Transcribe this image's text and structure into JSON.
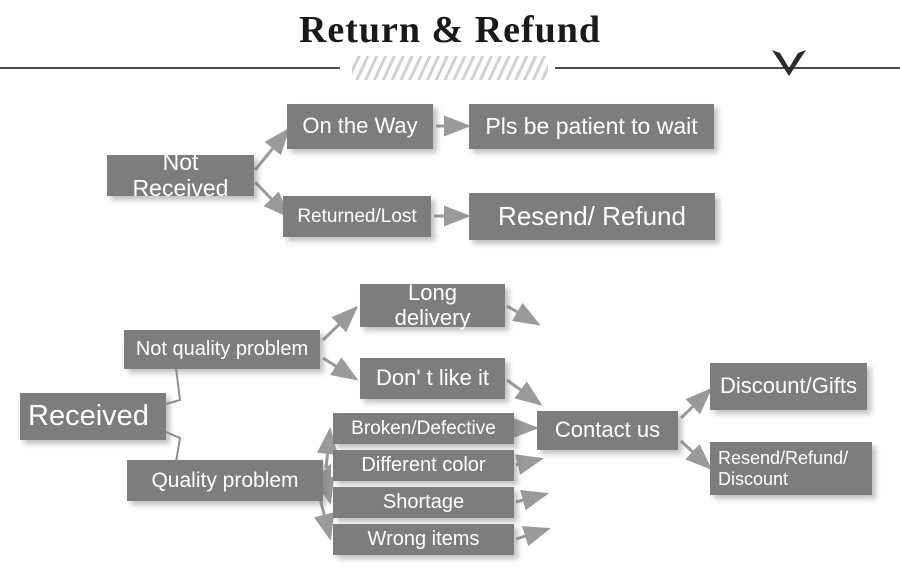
{
  "header": {
    "title": "Return & Refund",
    "chevron_icon": "chevron-down-icon",
    "divider_icon": "hatched-divider",
    "rule_color": "#4d4d4d",
    "hatch_color": "#d2d2d2"
  },
  "theme": {
    "box_fill": "#7d7d7d",
    "box_text": "#ffffff",
    "arrow_color": "#9a9a9a",
    "connector_color": "#8f8f8f",
    "page_background": "#ffffff"
  },
  "flowchart": {
    "type": "flowchart",
    "branches": [
      {
        "id": "not-received",
        "root": "Not Received",
        "paths": [
          {
            "step": "On the Way",
            "outcome": "Pls be patient to wait"
          },
          {
            "step": "Returned/Lost",
            "outcome": "Resend/ Refund"
          }
        ]
      },
      {
        "id": "received",
        "root": "Received",
        "categories": [
          {
            "label": "Not quality problem",
            "reasons": [
              "Long delivery",
              "Don'  t like it"
            ]
          },
          {
            "label": "Quality problem",
            "reasons": [
              "Broken/Defective",
              "Different color",
              "Shortage",
              "Wrong items"
            ]
          }
        ],
        "hub": "Contact us",
        "outcomes": [
          "Discount/Gifts",
          "Resend/Refund/\nDiscount"
        ]
      }
    ]
  },
  "nodes": {
    "not_received": "Not Received",
    "on_the_way": "On the Way",
    "returned_lost": "Returned/Lost",
    "pls_be_patient": "Pls be patient to wait",
    "resend_refund": "Resend/ Refund",
    "received": "Received",
    "not_quality_problem": "Not quality problem",
    "quality_problem": "Quality problem",
    "long_delivery": "Long delivery",
    "dont_like_it": "Don'  t like it",
    "broken_defective": "Broken/Defective",
    "different_color": "Different color",
    "shortage": "Shortage",
    "wrong_items": "Wrong items",
    "contact_us": "Contact us",
    "discount_gifts": "Discount/Gifts",
    "resend_refund_discount": "Resend/Refund/\nDiscount"
  }
}
